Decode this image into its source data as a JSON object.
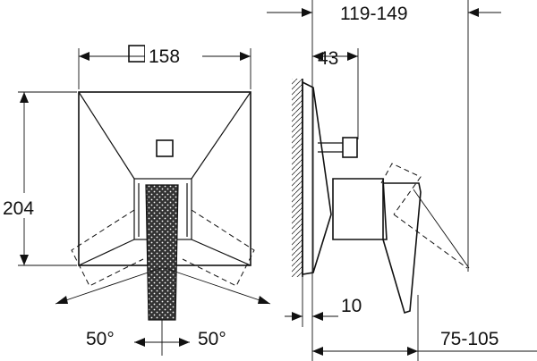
{
  "dimensions": {
    "width_front": "158",
    "height": "204",
    "depth_range": "119-149",
    "depth_body": "43",
    "plate_offset": "10",
    "lever_range": "75-105",
    "angle_left": "50°",
    "angle_right": "50°"
  },
  "icons": {
    "square_symbol": "square-outline-icon"
  },
  "colors": {
    "line": "#111111",
    "background": "#ffffff"
  }
}
